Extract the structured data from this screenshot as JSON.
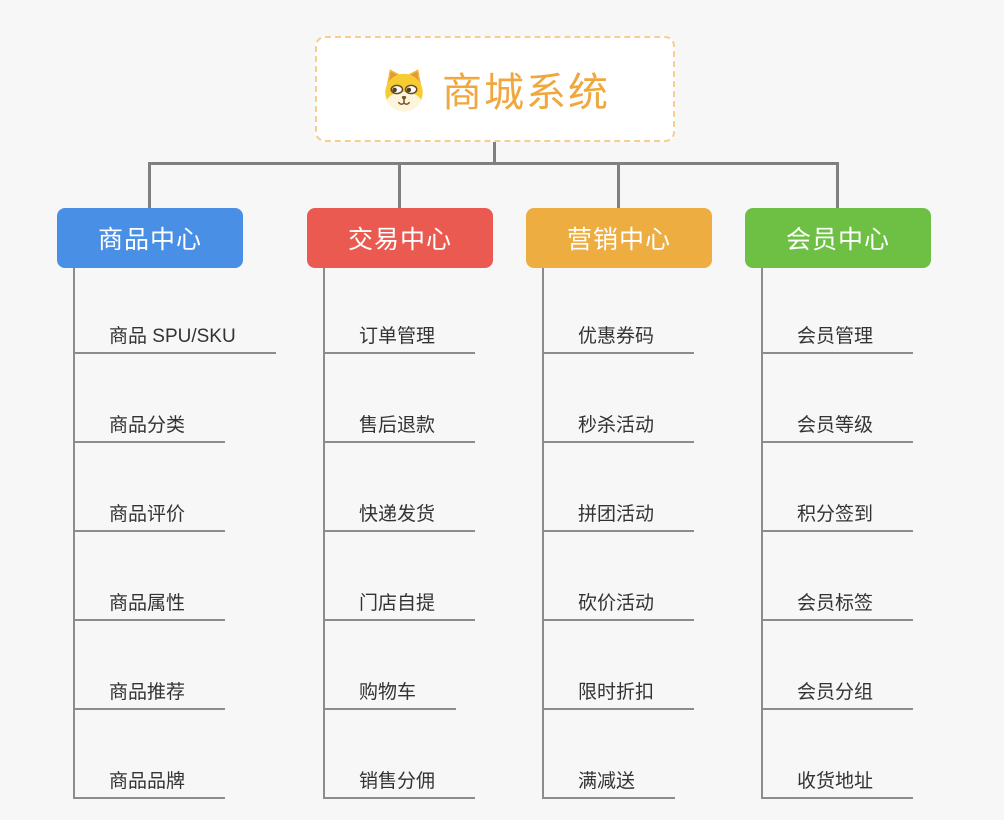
{
  "root": {
    "title": "商城系统",
    "icon": "dog-face-icon"
  },
  "branches": [
    {
      "label": "商品中心",
      "color": "#4a8fe6",
      "items": [
        "商品 SPU/SKU",
        "商品分类",
        "商品评价",
        "商品属性",
        "商品推荐",
        "商品品牌"
      ]
    },
    {
      "label": "交易中心",
      "color": "#eb5a51",
      "items": [
        "订单管理",
        "售后退款",
        "快递发货",
        "门店自提",
        "购物车",
        "销售分佣"
      ]
    },
    {
      "label": "营销中心",
      "color": "#edad41",
      "items": [
        "优惠券码",
        "秒杀活动",
        "拼团活动",
        "砍价活动",
        "限时折扣",
        "满减送"
      ]
    },
    {
      "label": "会员中心",
      "color": "#6ec044",
      "items": [
        "会员管理",
        "会员等级",
        "积分签到",
        "会员标签",
        "会员分组",
        "收货地址"
      ]
    }
  ],
  "colors": {
    "canvas_bg": "#f7f7f7",
    "connector": "#808080",
    "underline": "#8c8c8c",
    "root_text": "#f0a73e",
    "root_border": "#f5ce90"
  }
}
